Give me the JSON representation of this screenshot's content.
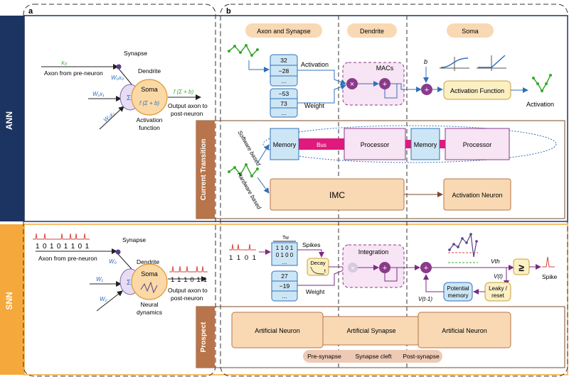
{
  "panels": {
    "a": "a",
    "b": "b"
  },
  "sections": {
    "ann": "ANN",
    "snn": "SNN",
    "current_transition": "Current Transition",
    "prospect": "Prospect"
  },
  "stages": {
    "axon_synapse": "Axon and Synapse",
    "dendrite": "Dendrite",
    "soma": "Soma"
  },
  "ann_neuron": {
    "x0": "x₀",
    "axon_pre": "Axon from pre-neuron",
    "synapse": "Synapse",
    "w0x0": "W₀x₀",
    "dendrite": "Dendrite",
    "w1x1": "W₁x₁",
    "w2x2": "W₂x₂",
    "sigma": "Σ",
    "soma": "Soma",
    "soma_formula": "f (Σ + b)",
    "output_formula": "f (Σ + b)",
    "output_axon": "Output axon to",
    "post_neuron": "post-neuron",
    "activation": "Activation",
    "function": "function"
  },
  "ann_pipeline": {
    "activation_values": [
      "32",
      "−28",
      "..."
    ],
    "weight_values": [
      "−53",
      "73",
      "..."
    ],
    "activation_label": "Activation",
    "weight_label": "Weight",
    "macs": "MACs",
    "times": "×",
    "plus": "+",
    "b": "b",
    "activation_function": "Activation Function",
    "activation_out": "Activation"
  },
  "transition": {
    "software_based": "Software based",
    "hardware_based": "Hardware based",
    "memory1": "Memory",
    "bus": "Bus",
    "processor1": "Processor",
    "memory2": "Memory",
    "processor2": "Processor",
    "imc": "IMC",
    "activation_neuron": "Activation Neuron"
  },
  "snn_neuron": {
    "spike_train": "1 0 1 0 1 1 0 1",
    "axon_pre": "Axon from pre-neuron",
    "synapse": "Synapse",
    "w0": "W₀",
    "dendrite": "Dendrite",
    "w1": "W₁",
    "w2": "W₂",
    "sigma": "Σ",
    "soma": "Soma",
    "out_spikes": "1 1 1 0 1 1",
    "output_axon": "Output axon to",
    "post_neuron": "post-neuron",
    "neural": "Neural",
    "dynamics": "dynamics"
  },
  "snn_pipeline": {
    "input_bits": "1 1 0 1",
    "tw": "Tw",
    "matrix_rows": [
      "1 1 0 1",
      "0 1 0 0"
    ],
    "spikes": "Spikes",
    "decay": "Decay",
    "t": "t",
    "weight_values": [
      "27",
      "−19",
      "..."
    ],
    "weight_label": "Weight",
    "integration": "Integration",
    "plus": "+",
    "vth": "Vth",
    "vt": "V(t)",
    "vt1": "V(t-1)",
    "compare": "≥",
    "spike": "Spike",
    "potential": "Potential",
    "memory": "memory",
    "leaky": "Leaky /",
    "reset": "reset"
  },
  "prospect": {
    "artificial_neuron_1": "Artificial Neuron",
    "artificial_synapse": "Artificial Synapse",
    "artificial_neuron_2": "Artificial Neuron",
    "pre_synapse": "Pre-synapse",
    "synapse_cleft": "Synapse cleft",
    "post_synapse": "Post-synapse"
  },
  "colors": {
    "ann_navy": "#1c3461",
    "snn_orange": "#f5a83b",
    "brown": "#b8744a",
    "green": "#3aa830",
    "blue_arrow": "#3070b8",
    "purple": "#7a2b82",
    "spike_red": "#d9453f",
    "peach": "#f8d9b4",
    "yellow": "#fbefc4",
    "light_blue": "#cde6f5",
    "pink_box": "#f7e4f4",
    "magenta": "#e0197c"
  }
}
